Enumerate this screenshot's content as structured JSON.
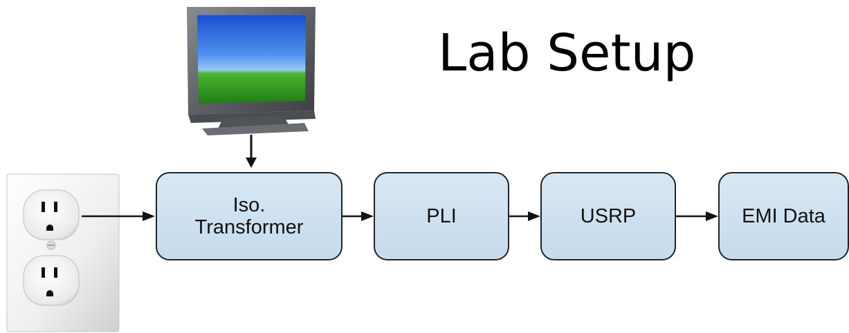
{
  "title": "Lab Setup",
  "blocks": [
    {
      "id": "iso-transformer",
      "lines": [
        "Iso.",
        "Transformer"
      ]
    },
    {
      "id": "pli",
      "lines": [
        "PLI"
      ]
    },
    {
      "id": "usrp",
      "lines": [
        "USRP"
      ]
    },
    {
      "id": "emi-data",
      "lines": [
        "EMI Data"
      ]
    }
  ],
  "images": {
    "tv": "tv-monitor-icon",
    "outlet": "wall-outlet-icon"
  },
  "colors": {
    "block_fill": "#c9ddef",
    "block_border": "#222222",
    "arrow": "#111111"
  }
}
